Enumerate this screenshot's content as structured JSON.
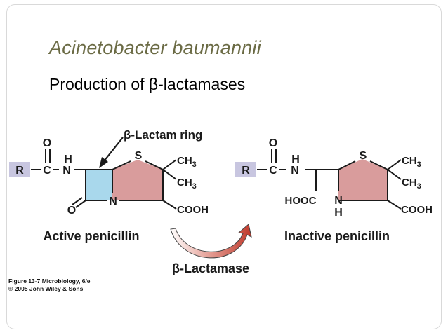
{
  "slide": {
    "title": "Acinetobacter baumannii",
    "subtitle": "Production of β-lactamases"
  },
  "diagram": {
    "ring_label": "β-Lactam ring",
    "enzyme_label": "β-Lactamase",
    "active": {
      "caption": "Active penicillin",
      "r": "R",
      "c": "C",
      "o_top": "O",
      "h": "H",
      "n_amide": "N",
      "s": "S",
      "ch3_a": "CH",
      "ch3_b": "CH",
      "sub3": "3",
      "cooh": "COOH",
      "n_ring": "N",
      "o_carbonyl": "O"
    },
    "inactive": {
      "caption": "Inactive penicillin",
      "r": "R",
      "c": "C",
      "o_top": "O",
      "h": "H",
      "n_amide": "N",
      "s": "S",
      "ch3_a": "CH",
      "ch3_b": "CH",
      "sub3": "3",
      "cooh": "COOH",
      "hooc": "HOOC",
      "n_ring": "N",
      "h_ring": "H"
    },
    "colors": {
      "beta_lactam_fill": "#a9d8ec",
      "thiazolidine_fill": "#d99c9c",
      "r_box_fill": "#c8c6e0",
      "arrow_fill": "#c0392b"
    }
  },
  "figure_credit": {
    "line1": "Figure 13-7  Microbiology, 6/e",
    "line2": "© 2005 John Wiley & Sons"
  }
}
